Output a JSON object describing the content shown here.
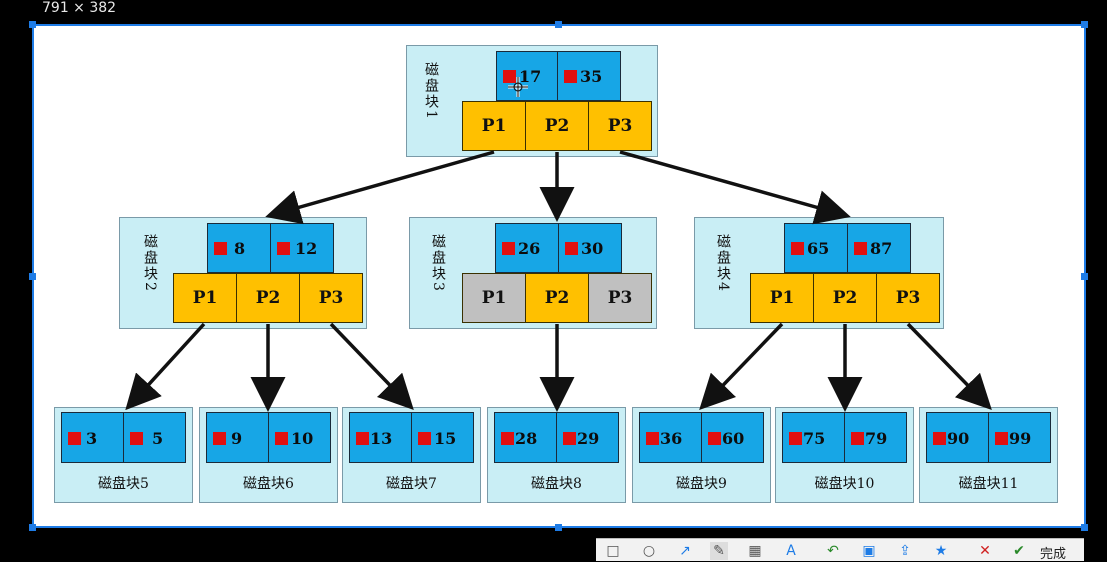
{
  "overlay": {
    "dimension_label": "791 × 382"
  },
  "tree": {
    "root": {
      "label": "磁盘块1",
      "keys": [
        "17",
        "35"
      ],
      "pointers": [
        "P1",
        "P2",
        "P3"
      ]
    },
    "level2": [
      {
        "label": "磁盘块2",
        "keys": [
          "8",
          "12"
        ],
        "pointers": [
          "P1",
          "P2",
          "P3"
        ],
        "pointer_states": [
          "active",
          "active",
          "active"
        ]
      },
      {
        "label": "磁盘块3",
        "keys": [
          "26",
          "30"
        ],
        "pointers": [
          "P1",
          "P2",
          "P3"
        ],
        "pointer_states": [
          "inactive",
          "active",
          "inactive"
        ]
      },
      {
        "label": "磁盘块4",
        "keys": [
          "65",
          "87"
        ],
        "pointers": [
          "P1",
          "P2",
          "P3"
        ],
        "pointer_states": [
          "active",
          "active",
          "active"
        ]
      }
    ],
    "leaves": [
      {
        "label": "磁盘块5",
        "keys": [
          "3",
          "5"
        ]
      },
      {
        "label": "磁盘块6",
        "keys": [
          "9",
          "10"
        ]
      },
      {
        "label": "磁盘块7",
        "keys": [
          "13",
          "15"
        ]
      },
      {
        "label": "磁盘块8",
        "keys": [
          "28",
          "29"
        ]
      },
      {
        "label": "磁盘块9",
        "keys": [
          "36",
          "60"
        ]
      },
      {
        "label": "磁盘块10",
        "keys": [
          "75",
          "79"
        ]
      },
      {
        "label": "磁盘块11",
        "keys": [
          "90",
          "99"
        ]
      }
    ]
  },
  "toolbar": {
    "icons": [
      "rectangle-icon",
      "ellipse-icon",
      "arrow-icon",
      "pen-icon",
      "mosaic-icon",
      "text-icon",
      "undo-icon",
      "save-icon",
      "share-icon",
      "pin-icon",
      "cancel-icon",
      "done-icon"
    ],
    "done_label": "完成"
  },
  "colors": {
    "key_cell": "#17a6e6",
    "pointer_cell": "#ffc000",
    "pointer_inactive": "#c0c0c0",
    "block_bg": "#c9eef5",
    "selection": "#1e7ce6",
    "marker": "#e01010"
  }
}
